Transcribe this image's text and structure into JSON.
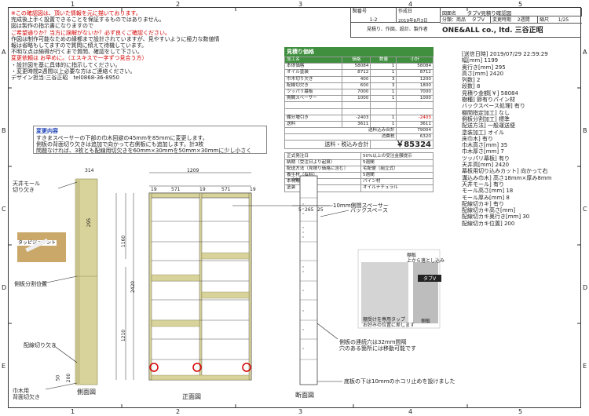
{
  "columns": [
    "1",
    "2",
    "3",
    "4",
    "5"
  ],
  "rows": [
    "A",
    "B",
    "C",
    "D",
    "E"
  ],
  "notes": [
    {
      "text": "※この確認図は、頂いた情報を元に描いております。",
      "color": "red"
    },
    {
      "text": "完成後上手く設置できることを保証するものではありません。",
      "color": "normal"
    },
    {
      "text": "図は製作の指示書になりますので",
      "color": "normal"
    },
    {
      "text": "ご希望通りか？当方に誤解がないか？必ず良くご確認ください。",
      "color": "red"
    },
    {
      "text": "作図は制作可能なための縁都まで設計されていますが、見やすいように極力な数値情",
      "color": "normal"
    },
    {
      "text": "報は省略もしてますので質問に傾えて待機しています。",
      "color": "normal"
    },
    {
      "text": "不明な点は納得が行くまで質問、確認をして下さい。",
      "color": "normal"
    },
    {
      "text": "変更依頼は お早めに。（エスキスで一字ずつ見合う方）",
      "color": "red"
    },
    {
      "text": "・設計図を基に具体的に指示してください。",
      "color": "normal"
    },
    {
      "text": "・変更時間2週間以上必要な方はご連絡ください。",
      "color": "normal"
    },
    {
      "text": "デザイン担当:三谷正昭　tel0868-36-8950",
      "color": "normal"
    }
  ],
  "title_block": {
    "label_no": "図番号",
    "no": "1-2",
    "label_date": "作成日",
    "date": "2019年8月3日",
    "label_class": "分類：商品",
    "class": "タブV",
    "label_change": "変更時期",
    "change": "2週間",
    "label_scale": "縮尺",
    "scale": "1/25",
    "label_name": "図面名",
    "name": "タブV見積り確認図",
    "company_note": "見積り、作図、設計、製作者",
    "company": "ONE&ALL co., ltd. 三谷正昭"
  },
  "estimate": {
    "title": "見積り価格",
    "headers": [
      "加工名",
      "価格",
      "数量",
      "小計"
    ],
    "rows": [
      [
        "本体価格",
        "58084",
        "1",
        "58084"
      ],
      [
        "オイル塗装",
        "8712",
        "1",
        "8712"
      ],
      [
        "巾木切り欠き",
        "400",
        "3",
        "1200"
      ],
      [
        "配線切欠き",
        "600",
        "3",
        "1800"
      ],
      [
        "ツッパリ幕板",
        "7000",
        "1",
        "7000"
      ],
      [
        "側間スペーサー",
        "1000",
        "1",
        "1000"
      ],
      [
        "",
        "",
        "",
        ""
      ],
      [
        "",
        "",
        "",
        ""
      ],
      [
        "棚分増引き",
        "-2403",
        "1",
        "-2403"
      ],
      [
        "送料",
        "3611",
        "1",
        "3611"
      ]
    ],
    "subtotal_label": "送料込み合計",
    "subtotal": "79004",
    "tax_label": "消費税",
    "tax": "6320",
    "total_label": "送料・税込み合計",
    "total": "￥85324"
  },
  "conditions": [
    [
      "正式発注日",
      "50%以上の受注金額提示"
    ],
    [
      "納期（受注日より起算）",
      "5週間"
    ],
    [
      "配送方法（見積り価格に含む）",
      "宅配便（組立式）"
    ],
    [
      "養生材（有料）",
      "5週間"
    ],
    [
      "本材規格",
      "パイン材"
    ],
    [
      "塗装",
      "オイルナチュラル"
    ]
  ],
  "spec": [
    "[送信日時] 2019/07/29 22:59:29",
    "幅[mm] 1199",
    "奥行き[mm] 295",
    "高さ[mm] 2420",
    "列数] 2",
    "段数] 8",
    "見積り金額[￥] 58084",
    "樹種] 節有りパイン材",
    "バックスペース処理] 有り",
    "棚間指定加工] なし",
    "側板分割加工] 標準",
    "配送方法] 一般運送便",
    "塗装加工] オイル",
    "床巾木] 有り",
    "巾木高さ[mm] 35",
    "巾木厚さ[mm] 7",
    "ツッパリ幕板] 有り",
    "天井高[mm] 2420",
    "幕板用切り込みカット] 向かって右",
    "溝込み巾木] 高さ18mm×厚み8mm",
    "天井モール] 有り",
    "モール高さ[mm] 18",
    "モール厚み[mm] 8",
    "配線切カキ] 有り",
    "配線切カキ高さ[mm]",
    "配線切カキ奥行き[mm] 30",
    "配線切カキ位置] 200"
  ],
  "change_box": {
    "title": "変更内容",
    "lines": [
      "すきまスペーサーの下部の巾木回避の45mmを85mmに変更します。",
      "側板の背面切り欠きは追加で向かって右側板にも追加します。計3枚",
      "問題なければ、3枚とも配線用切欠きを60mm×30mmを50mm×30mmに少し小さく"
    ]
  },
  "drawing": {
    "side_label": "側面図",
    "front_label": "正面図",
    "section_label": "断面図",
    "ceiling_mold": "天井モール\n切り欠き",
    "tab_joint": "タッピジョイント",
    "divider_pos": "側板分割位置",
    "wire_cut": "配線切り欠き",
    "baseboard_cut": "巾木用\n背面切欠き",
    "spacer": "10mm側間スペーサー",
    "back_space": "バックスペース",
    "hole_note": "側板の連続穴は32mm間隔\n穴のある箇所には移動可能です",
    "bottom_note": "底板の下は10mmのホコリ止めを設けました",
    "photo_title": "タブV",
    "photo_caption1": "棚板\n上から落とし込み",
    "photo_caption2": "側板",
    "photo_caption3": "棚受けを専用タップ\nお好みの位置に差します",
    "dims": {
      "d314": "314",
      "d1209": "1209",
      "d295": "295",
      "d19a": "19",
      "d571a": "571",
      "d19b": "19",
      "d571b": "571",
      "d19c": "19",
      "d1160": "1160",
      "d2420": "2420",
      "d1210": "1210",
      "d200": "200",
      "d50": "50",
      "s5": "5",
      "s265": "265",
      "s25": "25",
      "s19": "19"
    }
  },
  "colors": {
    "accent": "#3f8f3f",
    "red": "#d40000",
    "blue": "#1a3fb5",
    "wood": "#d8d39a"
  }
}
